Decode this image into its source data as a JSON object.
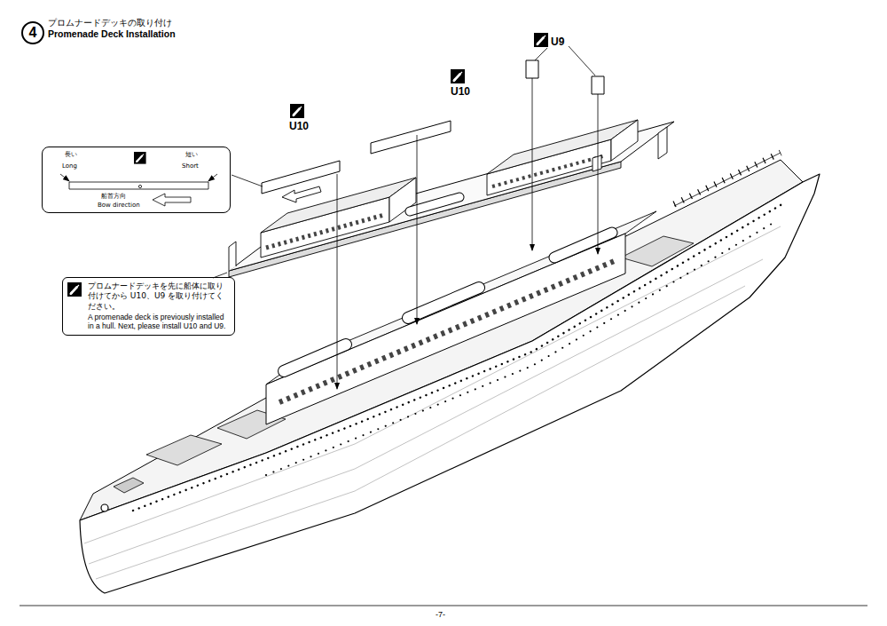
{
  "diagram": {
    "title": "プロムナードデッキの取り付け",
    "nodes": [
      {
        "text": [
          "4"
        ]
      },
      {
        "text": [
          "長い",
          "Long",
          "短い",
          "Short",
          "船首方向",
          "Bow direction"
        ]
      },
      {
        "text": [
          "プロムナードデッキを先に船体に取り付けてから U10、U9 を取り付けてください。",
          "A promenade deck is previously installed in a hull. Next, please install U10 and U9."
        ]
      }
    ],
    "labels": [
      "Promenade Deck Installation",
      "U10",
      "U10",
      "U9",
      "-7-"
    ]
  }
}
